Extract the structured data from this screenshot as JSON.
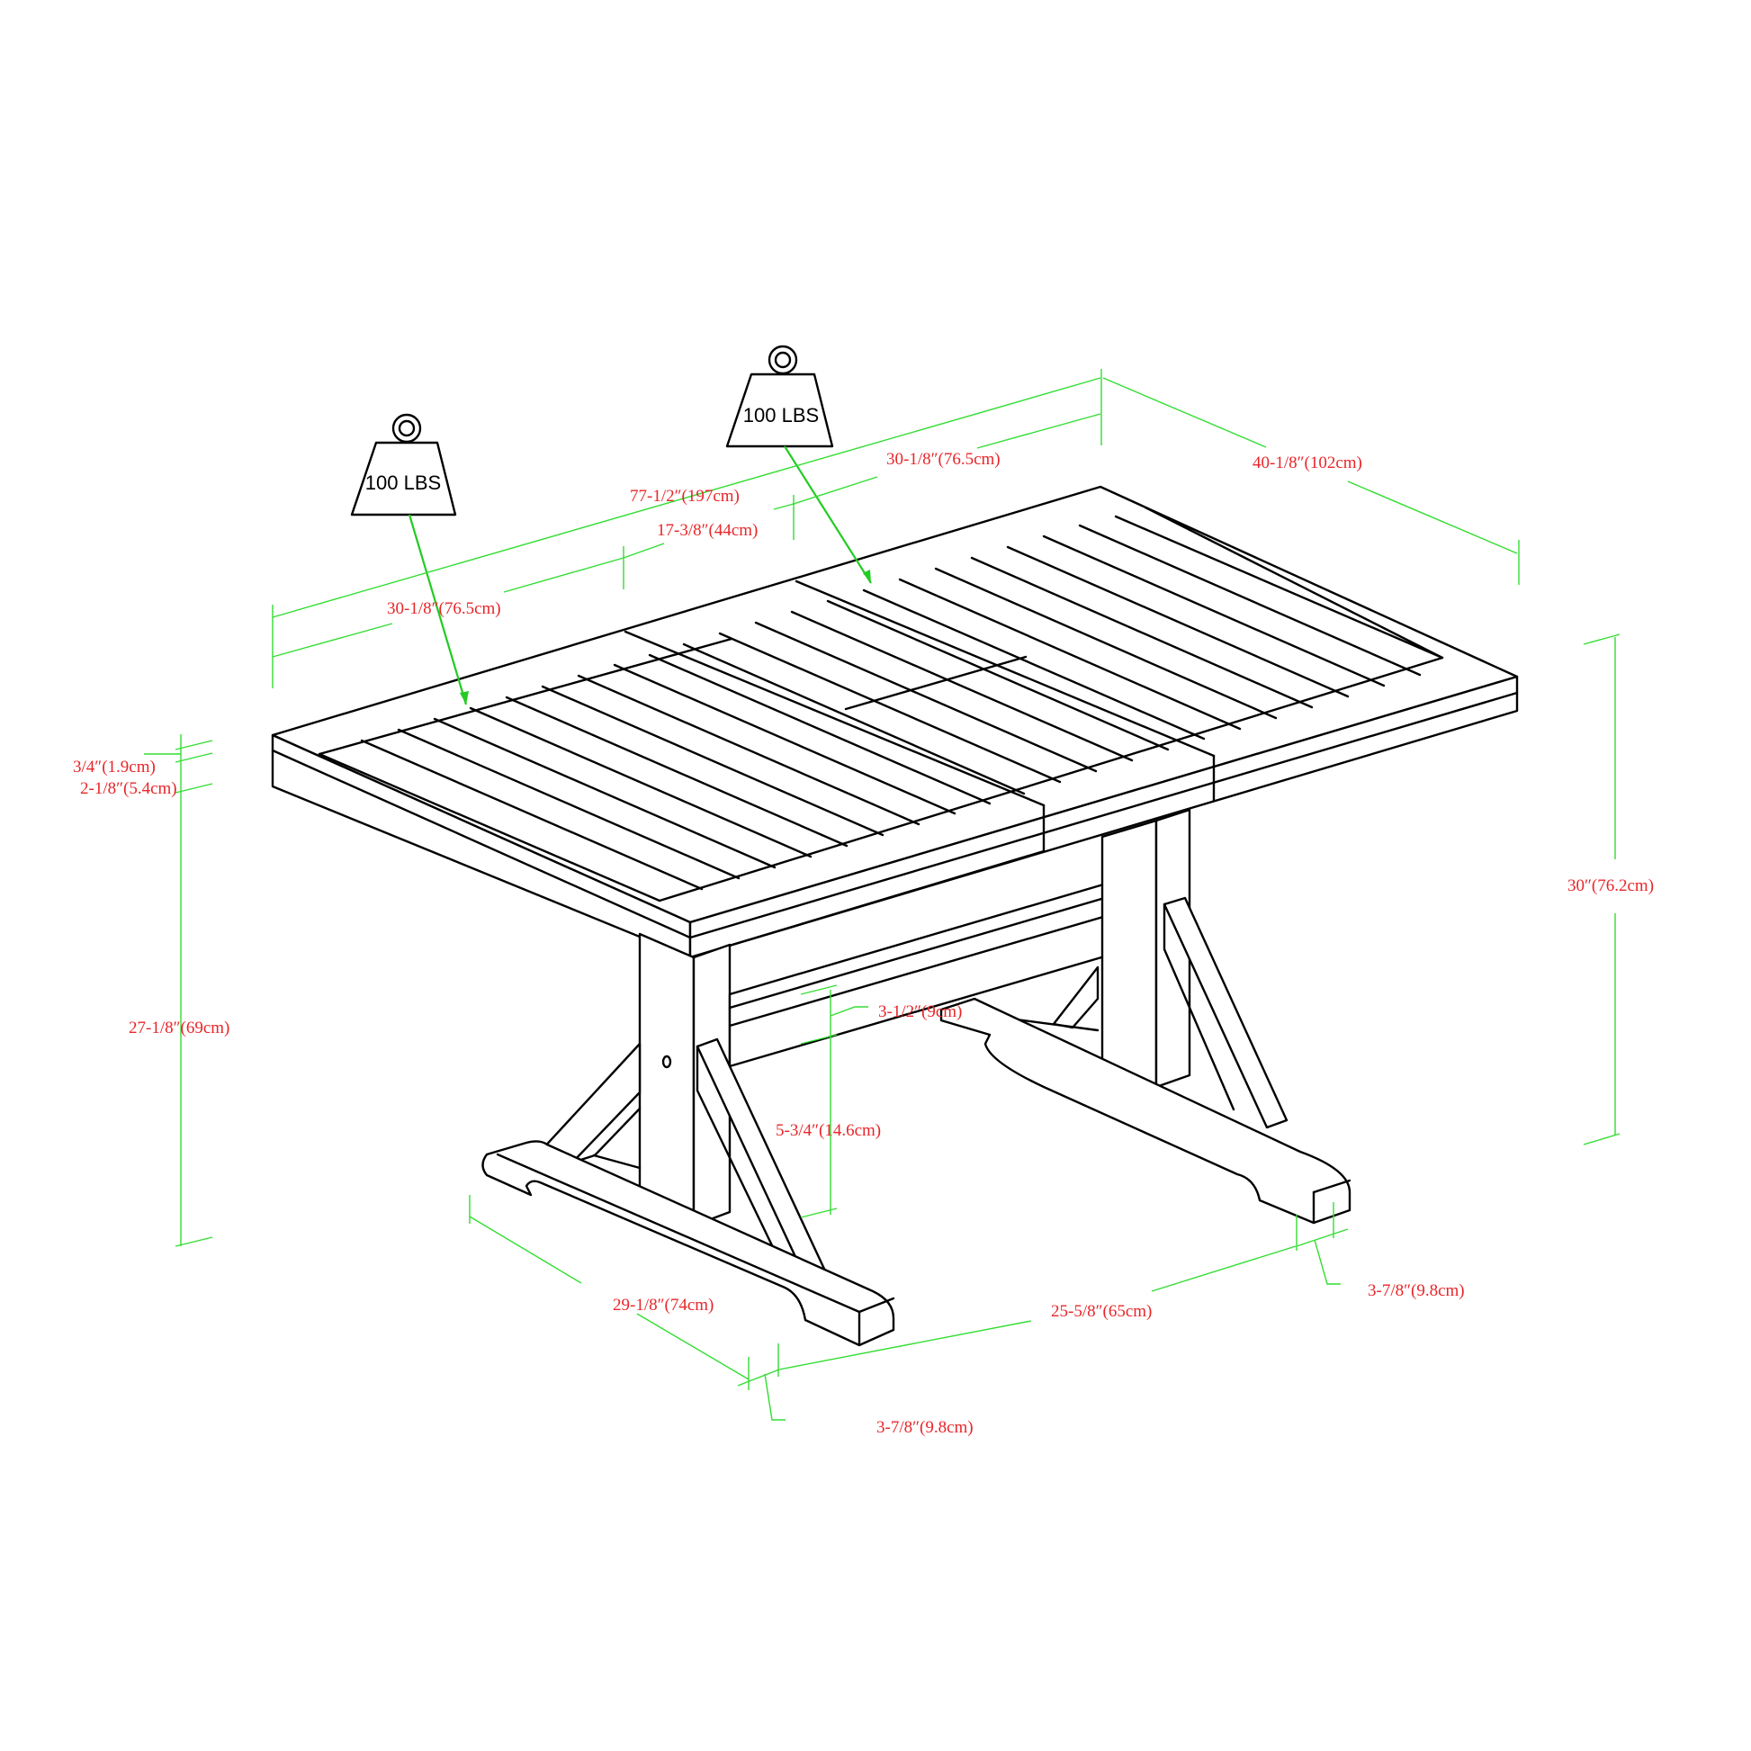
{
  "diagram": {
    "subject": "Trestle dining table with slatted top - dimension drawing",
    "colors": {
      "outline": "#000000",
      "dimension_line": "#33dd33",
      "dimension_text": "#e8262a",
      "background": "#ffffff"
    },
    "weights": [
      {
        "label": "100 LBS",
        "icon": "weight-icon"
      },
      {
        "label": "100 LBS",
        "icon": "weight-icon"
      }
    ],
    "dimensions": {
      "overall_length": "77-1/2″(197cm)",
      "leaf_width": "17-3/8″(44cm)",
      "section_left_length": "30-1/8″(76.5cm)",
      "section_right_length": "30-1/8″(76.5cm)",
      "overall_depth": "40-1/8″(102cm)",
      "overall_height": "30″(76.2cm)",
      "top_thickness": "3/4″(1.9cm)",
      "apron_height": "2-1/8″(5.4cm)",
      "floor_to_apron": "27-1/8″(69cm)",
      "stretcher_height": "3-1/2″(9cm)",
      "stretcher_to_foot": "5-3/4″(14.6cm)",
      "foot_length": "29-1/8″(74cm)",
      "between_feet": "25-5/8″(65cm)",
      "foot_width_left": "3-7/8″(9.8cm)",
      "foot_width_right": "3-7/8″(9.8cm)"
    }
  }
}
